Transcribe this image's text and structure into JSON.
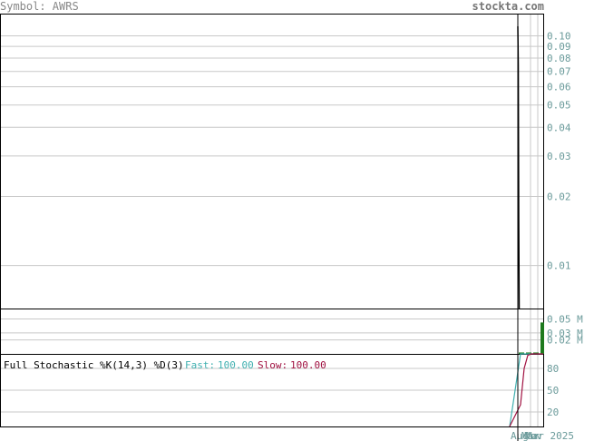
{
  "header": {
    "symbol_label": "Symbol: AWRS",
    "site": "stockta.com"
  },
  "colors": {
    "grid": "#c8c8c8",
    "frame": "#000000",
    "axis_text": "#6a9a9a",
    "price_line": "#000000",
    "volume_bar": "#1e7a1e",
    "fast_line": "#40b0b0",
    "slow_line": "#a01040",
    "fast_label": "#40b0b0",
    "slow_label": "#a01040"
  },
  "chart_data": [
    {
      "type": "line",
      "title": "",
      "scale": "log",
      "ylim": [
        0.0065,
        0.125
      ],
      "y_ticks": [
        0.1,
        0.09,
        0.08,
        0.07,
        0.06,
        0.05,
        0.04,
        0.03,
        0.02,
        0.01
      ],
      "y_tick_labels": [
        "0.10",
        "0.09",
        "0.08",
        "0.07",
        "0.06",
        "0.05",
        "0.04",
        "0.03",
        "0.02",
        "0.01"
      ],
      "series": [
        {
          "values": [
            0.11,
            0.075,
            0.016,
            0.0062
          ]
        }
      ]
    },
    {
      "type": "bar",
      "title": "",
      "ylim": [
        0,
        0.065
      ],
      "y_ticks": [
        0.05,
        0.03,
        0.02
      ],
      "y_tick_labels": [
        "0.05 M",
        "0.03 M",
        "0.02 M"
      ],
      "values": [
        0.002,
        0.002,
        0.002,
        0.045
      ]
    },
    {
      "type": "line",
      "title": "Full Stochastic %K(14,3) %D(3)",
      "fast_label": "Fast:",
      "fast_value": "100.00",
      "slow_label": "Slow:",
      "slow_value": "100.00",
      "ylim": [
        0,
        100
      ],
      "y_ticks": [
        80,
        50,
        20
      ],
      "y_tick_labels": [
        "80",
        "50",
        "20"
      ],
      "x_tick_labels": [
        "Aug",
        "Mar",
        "Nov",
        "Mar 2025"
      ],
      "series": [
        {
          "name": "Fast",
          "values": [
            0,
            100,
            100,
            100,
            100,
            100,
            100,
            100
          ]
        },
        {
          "name": "Slow",
          "values": [
            0,
            30,
            80,
            98,
            100,
            100,
            100,
            100
          ]
        }
      ]
    }
  ]
}
